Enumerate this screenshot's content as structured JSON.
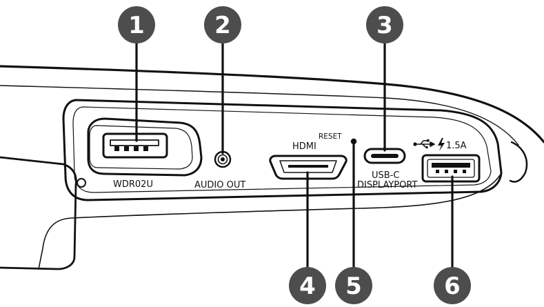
{
  "callouts": [
    {
      "number": "1",
      "port": "WDR02U"
    },
    {
      "number": "2",
      "port": "AUDIO OUT"
    },
    {
      "number": "3",
      "port": "USB-C DISPLAYPORT"
    },
    {
      "number": "4",
      "port": "HDMI"
    },
    {
      "number": "5",
      "port": "RESET"
    },
    {
      "number": "6",
      "port": "1.5A"
    }
  ],
  "labels": {
    "wdr02u": "WDR02U",
    "audio_out": "AUDIO OUT",
    "hdmi": "HDMI",
    "reset": "RESET",
    "usbc_line1": "USB-C",
    "usbc_line2": "DISPLAYPORT",
    "usb_rating": "1.5A"
  },
  "icons": {
    "usb_symbol": "usb-symbol-icon",
    "power": "lightning-bolt-icon"
  },
  "colors": {
    "badge_fill": "#4d4d4d",
    "line": "#111111",
    "background": "#ffffff"
  }
}
